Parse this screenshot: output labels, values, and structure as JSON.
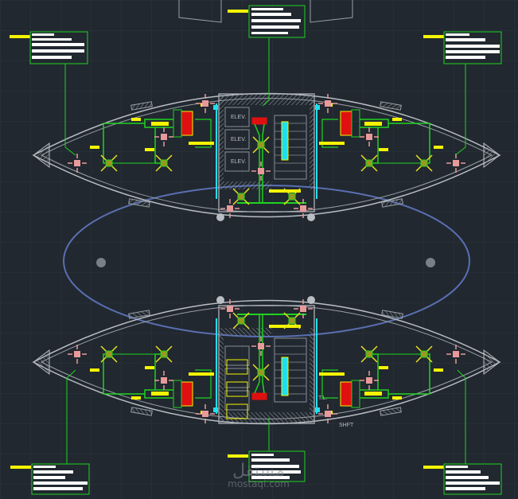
{
  "drawing": {
    "top_floor": {
      "elevators": [
        "ELEV.",
        "ELEV.",
        "ELEV."
      ]
    },
    "bottom_floor": {
      "shaft_labels": [
        "T.L.",
        "SHFT"
      ]
    }
  },
  "watermark": {
    "arabic": "مستقل",
    "site": "mostaqi.com"
  },
  "colors": {
    "background": "#212830",
    "grid": "#2c343e",
    "walls": "#b9bec4",
    "duct": "#1fd31f",
    "diffuser": "#e89a9a",
    "unit": "#e01010",
    "tag": "#f5f500",
    "pipe": "#1ee0ee",
    "ellipse": "#5a6fb0"
  }
}
